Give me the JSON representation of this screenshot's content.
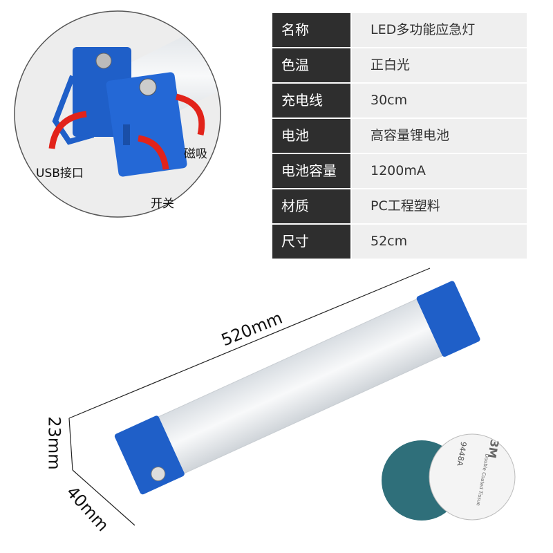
{
  "spec_table": [
    {
      "label": "名称",
      "value": "LED多功能应急灯"
    },
    {
      "label": "色温",
      "value": "正白光"
    },
    {
      "label": "充电线",
      "value": "30cm"
    },
    {
      "label": "电池",
      "value": "高容量锂电池"
    },
    {
      "label": "电池容量",
      "value": "1200mA"
    },
    {
      "label": "材质",
      "value": "PC工程塑料"
    },
    {
      "label": "尺寸",
      "value": "52cm"
    }
  ],
  "inset_callouts": {
    "usb": "USB接口",
    "magnet": "磁吸",
    "switch": "开关"
  },
  "dimensions": {
    "length": "520mm",
    "height": "23mm",
    "width": "40mm"
  },
  "sticker_text": {
    "code": "9448A",
    "brand": "3M",
    "desc": "Double Coated Tissue"
  },
  "colors": {
    "cap_blue": "#1f5fc8",
    "arrow_red": "#e2231a",
    "table_dark": "#2e2e2e",
    "table_light": "#efefef"
  }
}
